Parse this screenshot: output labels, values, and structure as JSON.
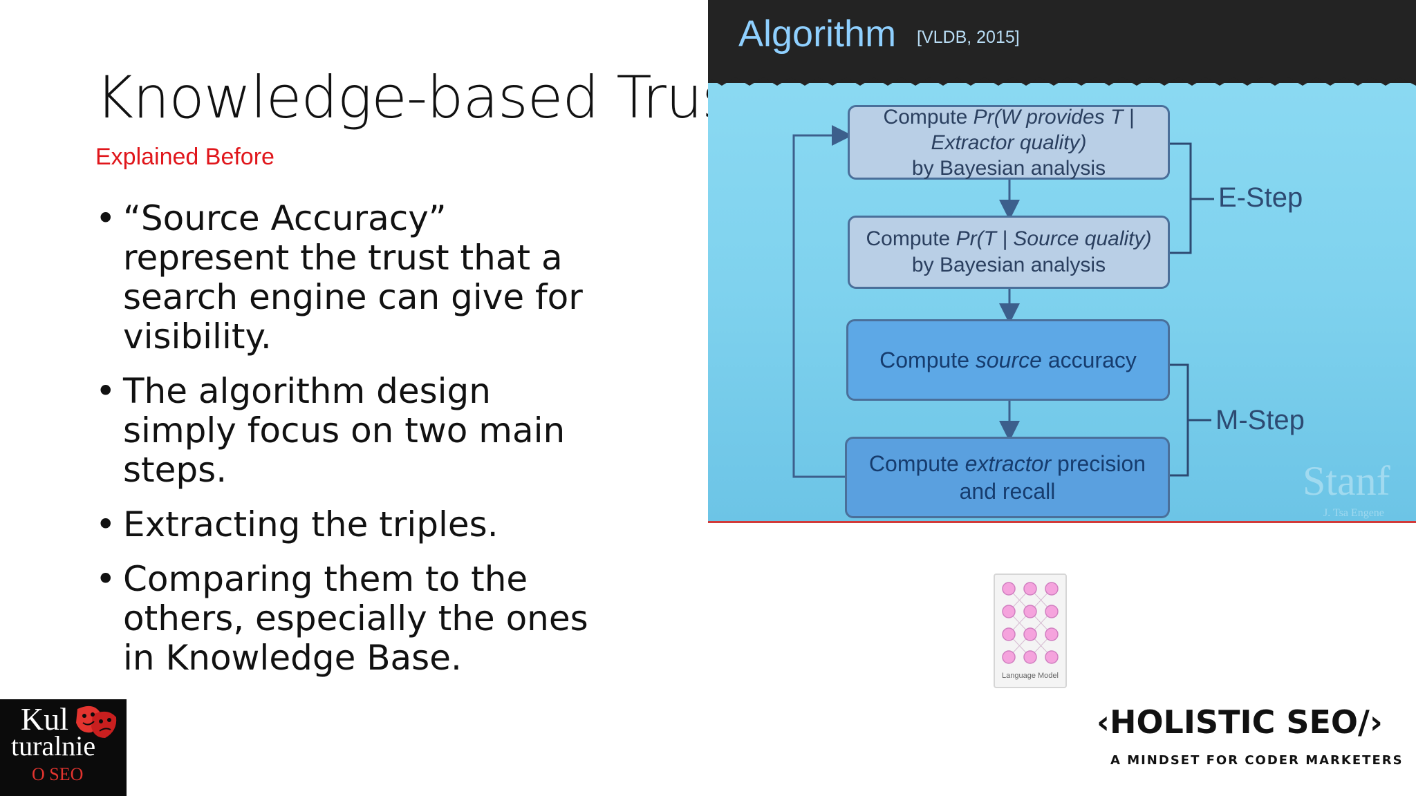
{
  "slide": {
    "title": "Knowledge-based Trust",
    "subtitle": "Explained Before",
    "bullets": [
      "“Source Accuracy” represent the trust that a search engine can give for visibility.",
      "The algorithm design simply focus on two main steps.",
      "Extracting the triples.",
      "Comparing them to the others, especially the ones in Knowledge Base."
    ]
  },
  "video": {
    "title": "Algorithm",
    "citation": "[VLDB, 2015]",
    "boxes": {
      "box1": {
        "a": "Compute ",
        "b": "Pr(W provides T |",
        "c": "Extractor quality)",
        "d": "by Bayesian analysis"
      },
      "box2": {
        "a": "Compute ",
        "b": "Pr(T | Source quality)",
        "c": "by Bayesian analysis"
      },
      "box3": {
        "a": "Compute ",
        "b": "source",
        "c": " accuracy"
      },
      "box4": {
        "a": "Compute ",
        "b": "extractor",
        "c": " precision",
        "d": "and recall"
      }
    },
    "e_step": "E-Step",
    "m_step": "M-Step",
    "watermark": "Stanf",
    "watermark_sub": "J. Tsa Engene"
  },
  "thumbnail": {
    "caption": "Language Model"
  },
  "brand": {
    "title": "‹HOLISTIC SEO/›",
    "tagline": "A MINDSET FOR CODER MARKETERS"
  },
  "logo": {
    "line1": "Kul",
    "line2": "turalnie",
    "line3": "O SEO"
  },
  "colors": {
    "accent_red": "#e0161b",
    "video_blue": "#8fdcf4",
    "box_dark": "#5aa0df"
  }
}
